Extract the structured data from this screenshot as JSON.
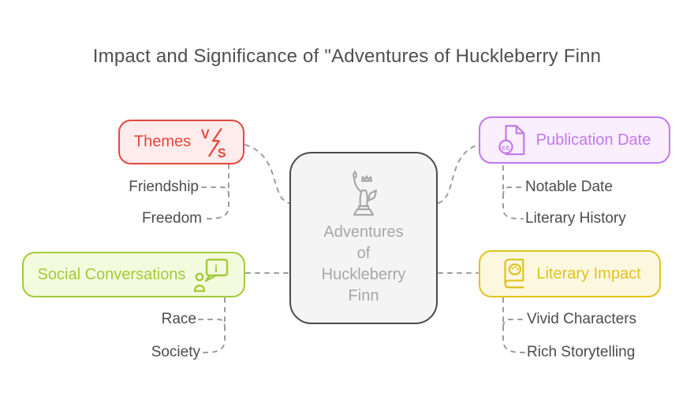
{
  "title": "Impact and Significance of \"Adventures of Huckleberry Finn",
  "center": {
    "icon": "statue-of-liberty-icon",
    "label": "Adventures of Huckleberry Finn",
    "lines": [
      "Adventures",
      "of",
      "Huckleberry",
      "Finn"
    ]
  },
  "branches": {
    "themes": {
      "label": "Themes",
      "icon": "versus-icon",
      "accent": "#e5473c",
      "background": "#fdeceb",
      "children": [
        "Friendship",
        "Freedom"
      ]
    },
    "social": {
      "label": "Social Conversations",
      "icon": "person-info-chat-icon",
      "accent": "#a2cb38",
      "background": "#f4fadd",
      "children": [
        "Race",
        "Society"
      ]
    },
    "publication": {
      "label": "Publication Date",
      "icon": "document-cc-icon",
      "accent": "#c477ee",
      "background": "#f9effe",
      "children": [
        "Notable Date",
        "Literary History"
      ]
    },
    "literary": {
      "label": "Literary Impact",
      "icon": "book-palette-icon",
      "accent": "#dfc31e",
      "background": "#fcf8e0",
      "children": [
        "Vivid Characters",
        "Rich Storytelling"
      ]
    }
  },
  "icon_glyphs": {
    "versus_v": "V",
    "versus_s": "S",
    "info_i": "i",
    "cc": "cc"
  },
  "connector_color": "#9c9c9c"
}
